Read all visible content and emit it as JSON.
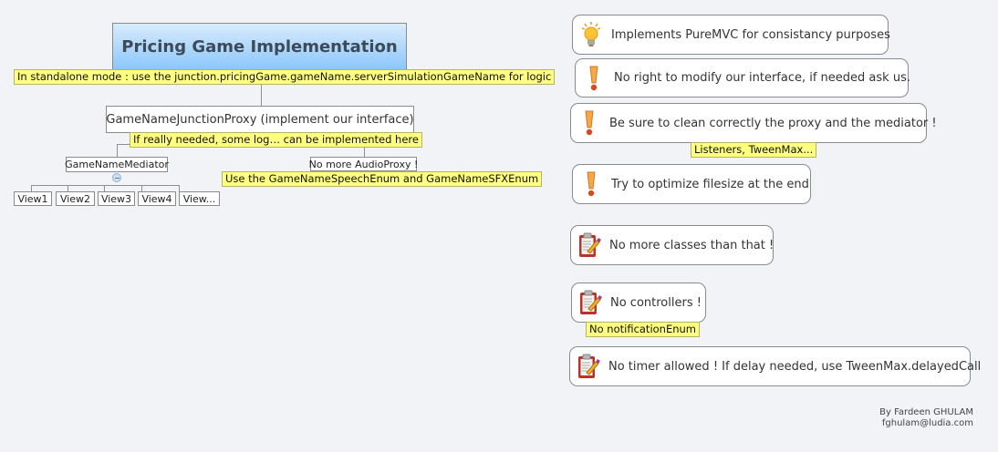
{
  "root": {
    "title": "Pricing Game Implementation",
    "note": "In standalone mode : use the junction.pricingGame.gameName.serverSimulationGameName for logic"
  },
  "proxy": {
    "label": "GameNameJunctionProxy (implement our interface)",
    "note": "If really needed, some log… can be implemented here"
  },
  "mediator": {
    "label": "GameNameMediator",
    "views": [
      "View1",
      "View2",
      "View3",
      "View4",
      "View..."
    ]
  },
  "audio": {
    "label": "No more AudioProxy !",
    "note": "Use the GameNameSpeechEnum and GameNameSFXEnum"
  },
  "rules": [
    {
      "icon": "lightbulb-icon",
      "text": "Implements PureMVC for consistancy purposes"
    },
    {
      "icon": "exclamation-icon",
      "text": "No right to modify our interface, if needed ask us."
    },
    {
      "icon": "exclamation-icon",
      "text": "Be sure to clean correctly the proxy and the mediator !",
      "note": "Listeners, TweenMax..."
    },
    {
      "icon": "exclamation-icon",
      "text": "Try to optimize filesize at the end"
    },
    {
      "icon": "clipboard-icon",
      "text": "No more classes than that !"
    },
    {
      "icon": "clipboard-icon",
      "text": "No controllers !",
      "note": "No notificationEnum"
    },
    {
      "icon": "clipboard-icon",
      "text": "No timer allowed ! If delay needed, use TweenMax.delayedCall"
    }
  ],
  "credit": {
    "author": "By Fardeen GHULAM",
    "email": "fghulam@ludia.com"
  },
  "colors": {
    "background": "#f1f3f7",
    "title_gradient_top": "#d8ecfd",
    "title_gradient_bottom": "#8cc6fb",
    "note_yellow": "#ffff80",
    "connector": "#8f8f8f"
  }
}
